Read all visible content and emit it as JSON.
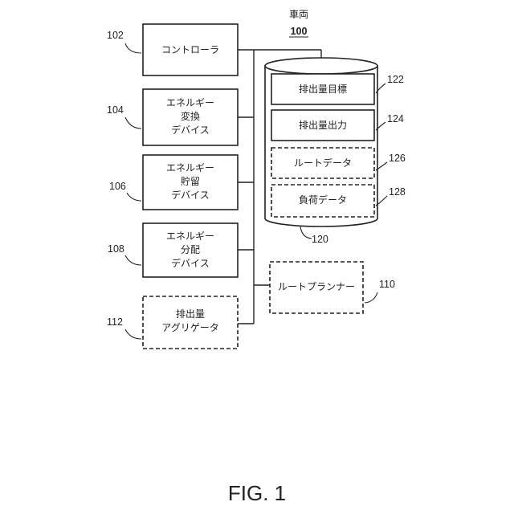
{
  "vehicle": {
    "label": "車両",
    "ref": "100"
  },
  "components": [
    {
      "ref": "102",
      "lines": [
        "コントローラ"
      ],
      "dashed": false
    },
    {
      "ref": "104",
      "lines": [
        "エネルギー",
        "変換",
        "デバイス"
      ],
      "dashed": false
    },
    {
      "ref": "106",
      "lines": [
        "エネルギー",
        "貯留",
        "デバイス"
      ],
      "dashed": false
    },
    {
      "ref": "108",
      "lines": [
        "エネルギー",
        "分配",
        "デバイス"
      ],
      "dashed": false
    },
    {
      "ref": "112",
      "lines": [
        "排出量",
        "アグリゲータ"
      ],
      "dashed": true
    }
  ],
  "database": {
    "ref": "120",
    "items": [
      {
        "ref": "122",
        "label": "排出量目標",
        "dashed": false
      },
      {
        "ref": "124",
        "label": "排出量出力",
        "dashed": false
      },
      {
        "ref": "126",
        "label": "ルートデータ",
        "dashed": true
      },
      {
        "ref": "128",
        "label": "負荷データ",
        "dashed": true
      }
    ]
  },
  "route_planner": {
    "ref": "110",
    "label": "ルートプランナー",
    "dashed": true
  },
  "figure_caption": "FIG. 1"
}
